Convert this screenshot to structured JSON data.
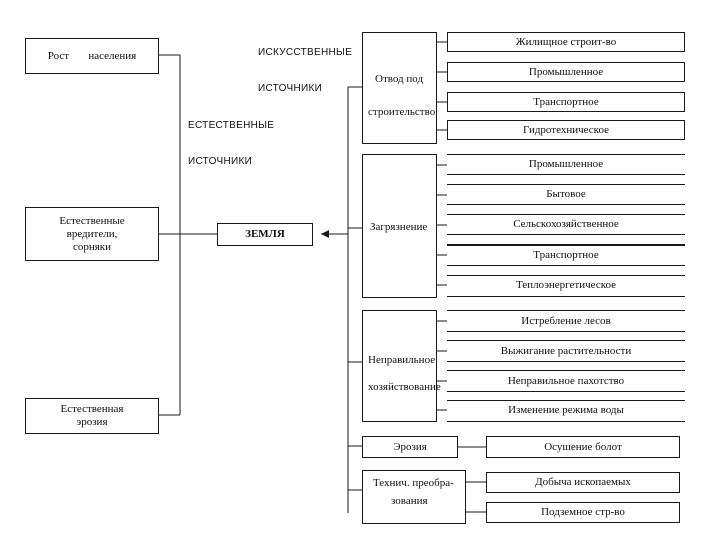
{
  "left_sources": {
    "population_growth": "Рост       населения",
    "natural_pests": [
      "Естественные",
      "вредители,",
      "сорняки"
    ],
    "natural_erosion": [
      "Естественная",
      "эрозия"
    ]
  },
  "labels": {
    "artificial_sources": [
      "ИСКУССТВЕННЫЕ",
      "ИСТОЧНИКИ"
    ],
    "natural_sources": [
      "ЕСТЕСТВЕННЫЕ",
      "ИСТОЧНИКИ"
    ]
  },
  "center": {
    "earth": "ЗЕМЛЯ"
  },
  "categories": {
    "construction": [
      "Отвод под",
      "строительство"
    ],
    "pollution": "Загрязнение",
    "mismanagement": [
      "Неправильное",
      "хозяйствование"
    ],
    "erosion": "Эрозия",
    "technogenic": [
      "Технич. преобра-",
      "зования"
    ]
  },
  "construction_items": [
    "Жилищное строит-во",
    "Промышленное",
    "Транспортное",
    "Гидротехническое"
  ],
  "pollution_items": [
    "Промышленное",
    "Бытовое",
    "Сельскохозяйственное",
    "Транспортное",
    "Теплоэнергетическое"
  ],
  "mismanagement_items": [
    "Истребление лесов",
    "Выжигание растительности",
    "Неправильное пахотство",
    "Изменение режима воды"
  ],
  "erosion_items": [
    "Осушение болот"
  ],
  "technogenic_items": [
    "Добыча ископаемых",
    "Подземное стр-во"
  ],
  "colors": {
    "line": "#1a1a1a",
    "background": "#ffffff"
  }
}
